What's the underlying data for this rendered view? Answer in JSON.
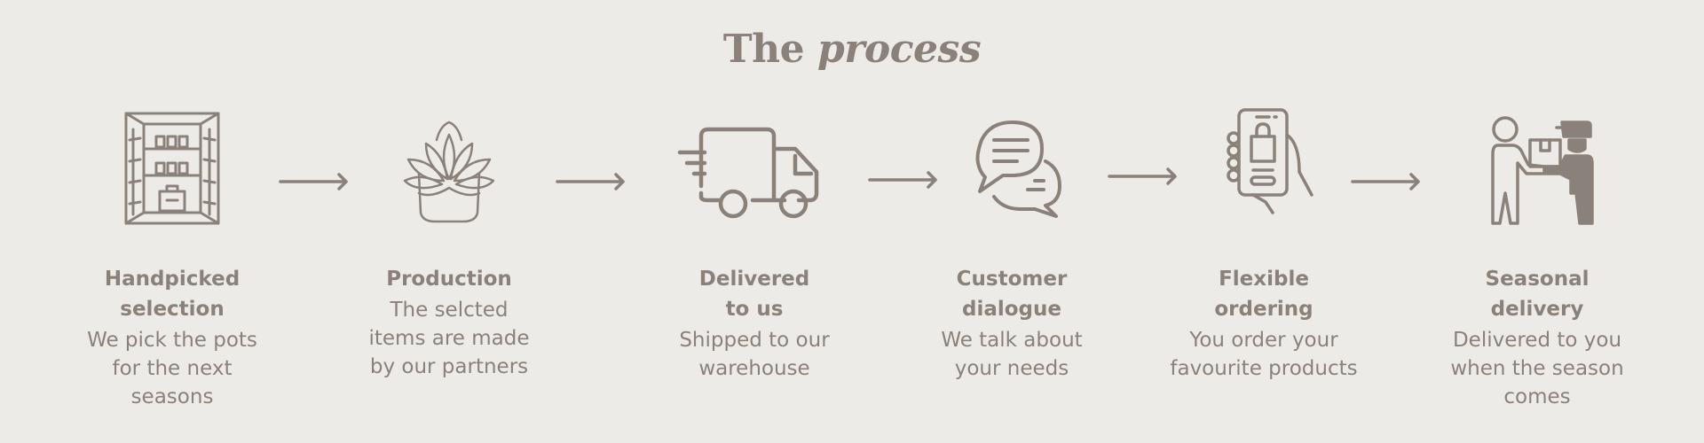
{
  "header": {
    "title_plain": "The",
    "title_italic": "process"
  },
  "colors": {
    "background": "#edebe7",
    "ink": "#8a817a"
  },
  "steps": [
    {
      "icon": "warehouse-shelves-icon",
      "title": "Handpicked\nselection",
      "description": "We pick the pots\nfor the next\nseasons"
    },
    {
      "icon": "succulent-pot-icon",
      "title": "Production",
      "description": "The selcted\nitems are made\nby our partners"
    },
    {
      "icon": "delivery-truck-icon",
      "title": "Delivered\nto us",
      "description": "Shipped to our\nwarehouse"
    },
    {
      "icon": "chat-bubbles-icon",
      "title": "Customer\ndialogue",
      "description": "We talk about\nyour needs"
    },
    {
      "icon": "phone-shopping-icon",
      "title": "Flexible\nordering",
      "description": "You order your\nfavourite products"
    },
    {
      "icon": "courier-handover-icon",
      "title": "Seasonal\ndelivery",
      "description": "Delivered to you\nwhen the season\ncomes"
    }
  ]
}
